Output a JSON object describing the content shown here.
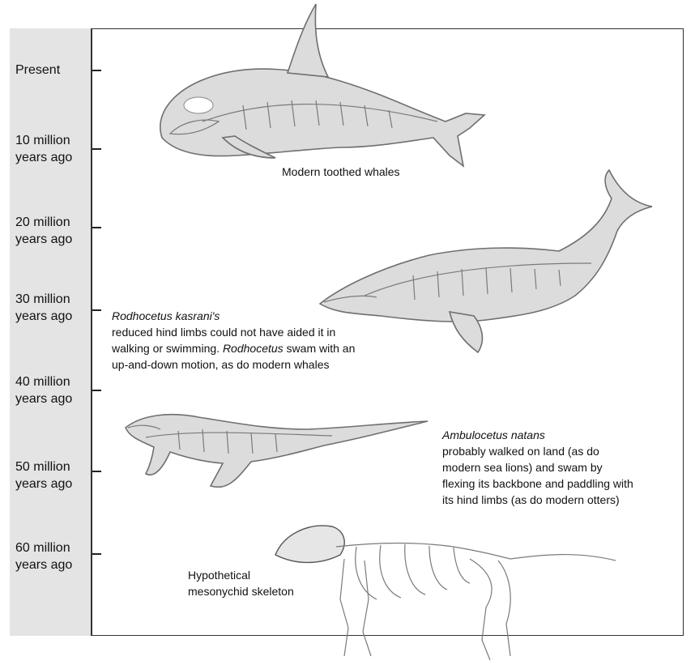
{
  "timeline": {
    "ticks": [
      {
        "label": "Present"
      },
      {
        "label": "10 million\nyears ago"
      },
      {
        "label": "20 million\nyears ago"
      },
      {
        "label": "30 million\nyears ago"
      },
      {
        "label": "40 million\nyears ago"
      },
      {
        "label": "50 million\nyears ago"
      },
      {
        "label": "60 million\nyears ago"
      }
    ]
  },
  "captions": {
    "toothed_whales": "Modern toothed whales",
    "rodhocetus": {
      "name": "Rodhocetus kasrani's",
      "line1": "reduced hind limbs could not have aided it in",
      "line2_a": "walking or swimming. ",
      "line2_name": "Rodhocetus",
      "line2_b": " swam with an",
      "line3": "up-and-down motion, as do modern whales"
    },
    "ambulocetus": {
      "name": "Ambulocetus natans",
      "line1": "probably walked on land (as do",
      "line2": "modern sea lions) and swam by",
      "line3": "flexing its backbone and paddling with",
      "line4": "its hind limbs (as do modern otters)"
    },
    "mesonychid": {
      "line1": "Hypothetical",
      "line2": "mesonychid skeleton"
    }
  },
  "icons": [
    "orca-illustration",
    "rodhocetus-illustration",
    "ambulocetus-illustration",
    "mesonychid-skeleton-illustration"
  ]
}
